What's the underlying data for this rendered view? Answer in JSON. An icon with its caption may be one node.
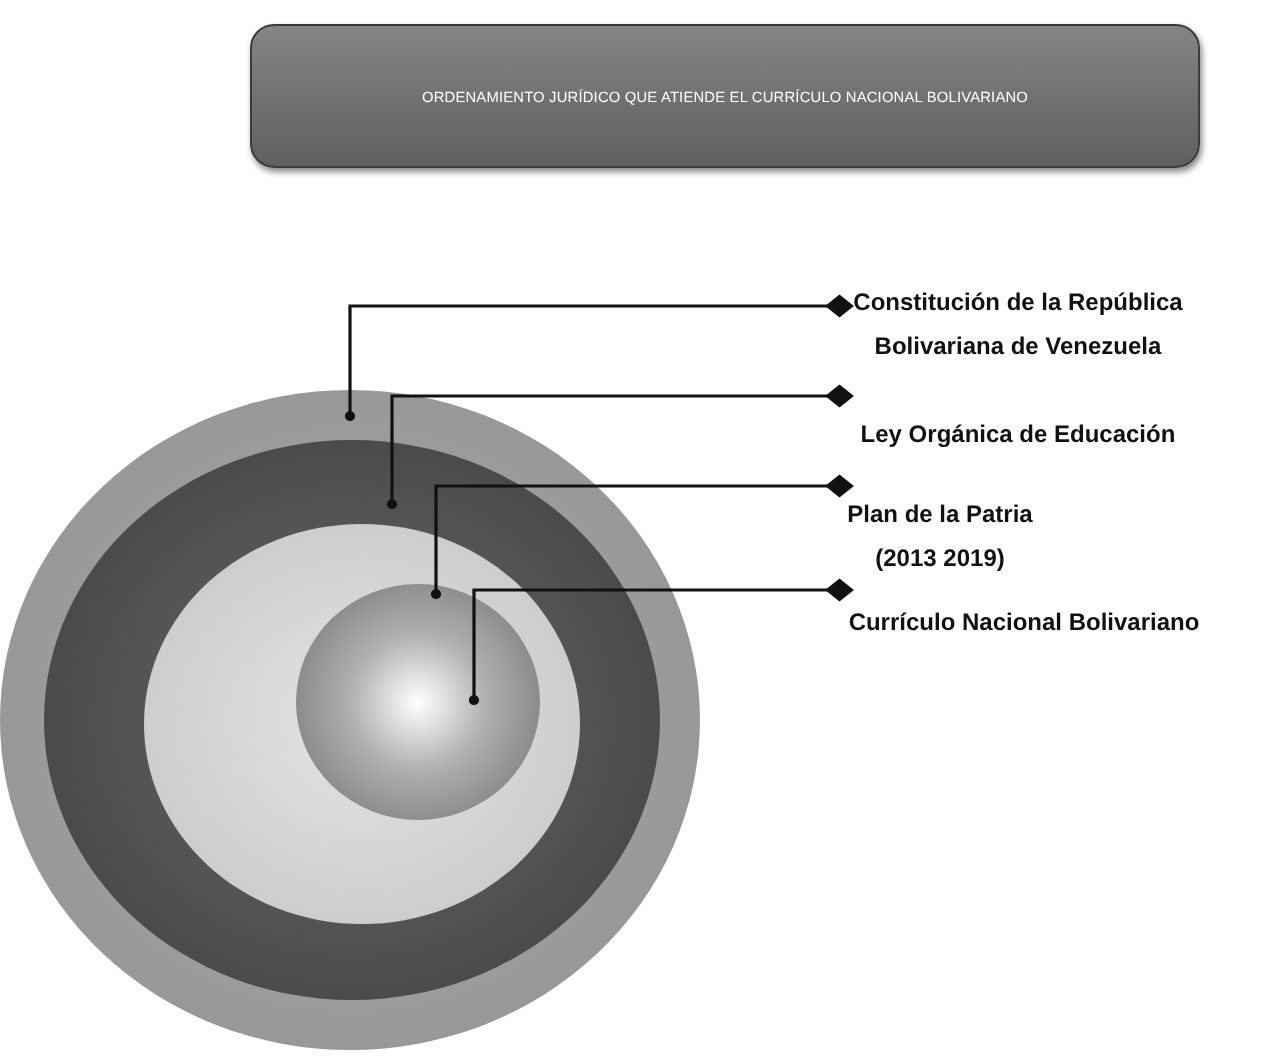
{
  "diagram": {
    "nodes": [
      {
        "text": [
          "ORDENAMIENTO JURÍDICO QUE ATIENDE EL CURRÍCULO NACIONAL BOLIVARIANO"
        ]
      },
      {
        "text": [],
        "shape": "circle"
      },
      {
        "text": [],
        "shape": "circle",
        "in": 1
      },
      {
        "text": [],
        "shape": "circle",
        "in": 2
      },
      {
        "text": [],
        "shape": "circle",
        "in": 3
      },
      {
        "text": [
          "Constitución de la República Bolivariana de Venezuela"
        ]
      },
      {
        "text": [
          "Ley Orgánica de Educación"
        ]
      },
      {
        "text": [
          "Plan de la Patria (2013 2019)"
        ]
      },
      {
        "text": [
          "Currículo Nacional Bolivariano"
        ]
      }
    ],
    "edges": [
      {
        "from": 5,
        "to": 1,
        "arrow": "other"
      },
      {
        "from": 6,
        "to": 2,
        "arrow": "other"
      },
      {
        "from": 7,
        "to": 3,
        "arrow": "other"
      },
      {
        "from": 8,
        "to": 4,
        "arrow": "other"
      }
    ]
  }
}
